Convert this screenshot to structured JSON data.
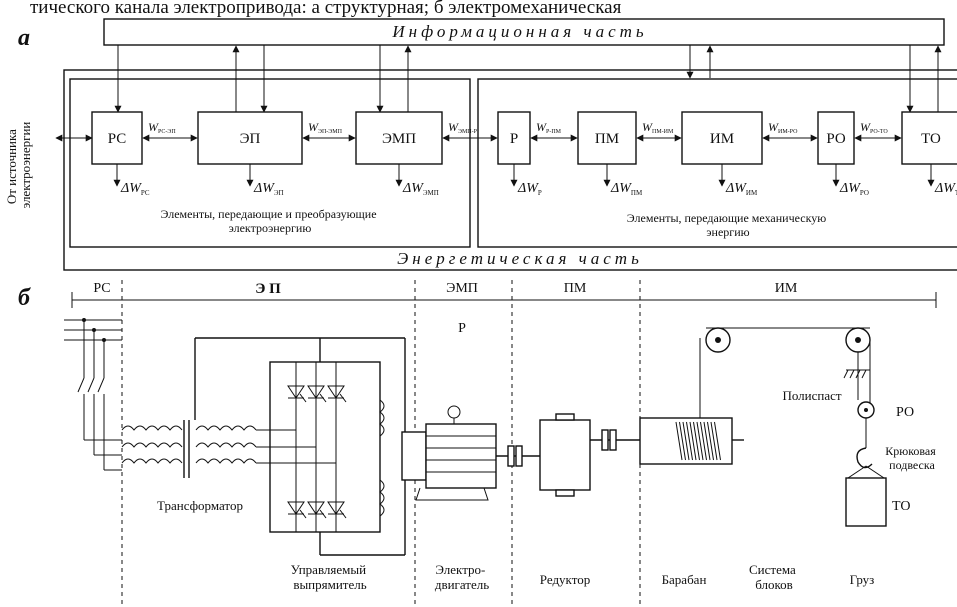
{
  "header_text": "тического канала электропривода: а  структурная; б  электромеханическая",
  "panel_a": {
    "letter": "а",
    "info_label": "Информационная часть",
    "energy_label": "Энергетическая часть",
    "source_label": "От источника электроэнергии",
    "electrical_caption": "Элементы, передающие и преобразующие электроэнергию",
    "mechanical_caption": "Элементы, передающие механическую энергию",
    "blocks": [
      "РС",
      "ЭП",
      "ЭМП",
      "Р",
      "ПМ",
      "ИМ",
      "РО",
      "ТО"
    ],
    "flows": [
      {
        "w": "W",
        "sub": "РС-ЭП"
      },
      {
        "w": "W",
        "sub": "ЭП-ЭМП"
      },
      {
        "w": "W",
        "sub": "ЭМП-Р"
      },
      {
        "w": "W",
        "sub": "Р-ПМ"
      },
      {
        "w": "W",
        "sub": "ПМ-ИМ"
      },
      {
        "w": "W",
        "sub": "ИМ-РО"
      },
      {
        "w": "W",
        "sub": "РО-ТО"
      }
    ],
    "losses": [
      {
        "w": "ΔW",
        "sub": "РС"
      },
      {
        "w": "ΔW",
        "sub": "ЭП"
      },
      {
        "w": "ΔW",
        "sub": "ЭМП"
      },
      {
        "w": "ΔW",
        "sub": "Р"
      },
      {
        "w": "ΔW",
        "sub": "ПМ"
      },
      {
        "w": "ΔW",
        "sub": "ИМ"
      },
      {
        "w": "ΔW",
        "sub": "РО"
      },
      {
        "w": "ΔW",
        "sub": "Т"
      }
    ]
  },
  "panel_b": {
    "letter": "б",
    "sections": [
      "РС",
      "Э П",
      "ЭМП",
      "ПМ",
      "ИМ"
    ],
    "r_label": "Р",
    "captions": {
      "transformer": "Трансформатор",
      "rectifier": [
        "Управляемый",
        "выпрямитель"
      ],
      "motor": [
        "Электро-",
        "двигатель"
      ],
      "reducer": "Редуктор",
      "drum": "Барабан",
      "pulleys": [
        "Система",
        "блоков"
      ],
      "load": "Груз",
      "polyspast": "Полиспаст",
      "hook": [
        "Крюковая",
        "подвеска"
      ],
      "ro": "РО",
      "to": "ТО"
    }
  }
}
